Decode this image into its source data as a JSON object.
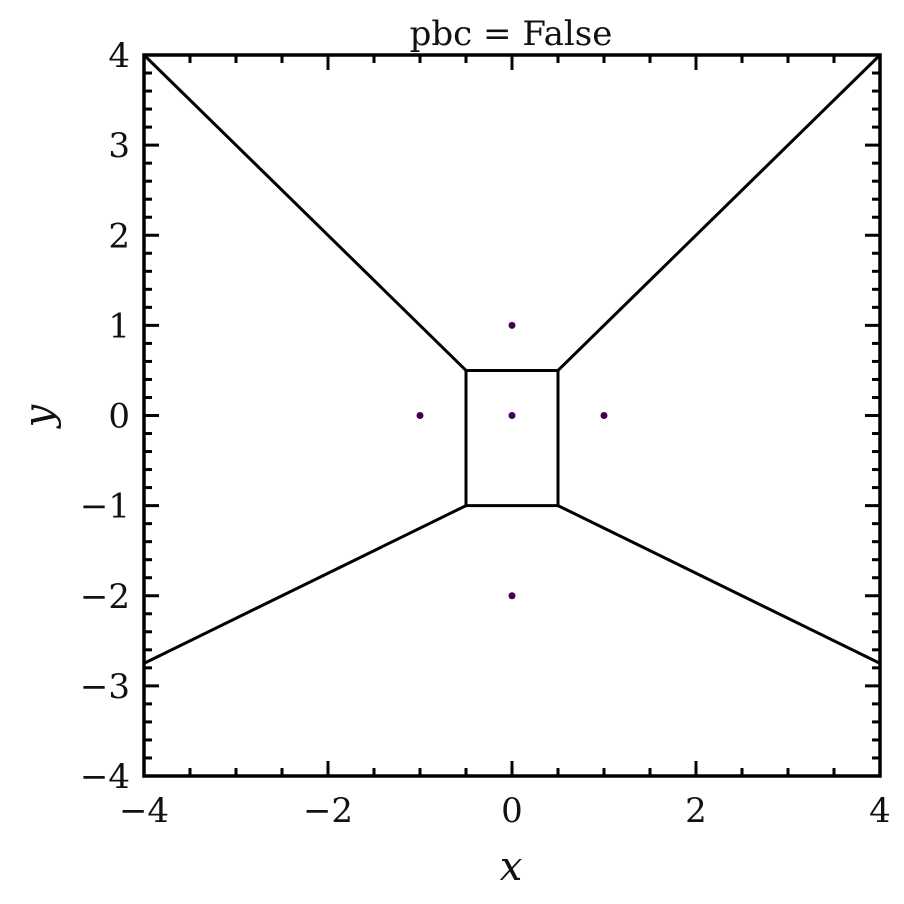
{
  "chart_data": {
    "type": "scatter",
    "title": "pbc = False",
    "xlabel": "x",
    "ylabel": "y",
    "xlim": [
      -4,
      4
    ],
    "ylim": [
      -4,
      4
    ],
    "grid": false,
    "x_ticks": [
      -4,
      -2,
      0,
      2,
      4
    ],
    "y_ticks": [
      -4,
      -3,
      -2,
      -1,
      0,
      1,
      2,
      3,
      4
    ],
    "x_tick_labels": [
      "−4",
      "−2",
      "0",
      "2",
      "4"
    ],
    "y_tick_labels": [
      "−4",
      "−3",
      "−2",
      "−1",
      "0",
      "1",
      "2",
      "3",
      "4"
    ],
    "point_color": "#440154",
    "line_color": "#000000",
    "points": [
      {
        "x": 0,
        "y": 1
      },
      {
        "x": -1,
        "y": 0
      },
      {
        "x": 0,
        "y": 0
      },
      {
        "x": 1,
        "y": 0
      },
      {
        "x": 0,
        "y": -2
      }
    ],
    "edges": [
      [
        [
          -0.5,
          0.5
        ],
        [
          0.5,
          0.5
        ]
      ],
      [
        [
          -0.5,
          -1
        ],
        [
          0.5,
          -1
        ]
      ],
      [
        [
          -0.5,
          0.5
        ],
        [
          -0.5,
          -1
        ]
      ],
      [
        [
          0.5,
          0.5
        ],
        [
          0.5,
          -1
        ]
      ],
      [
        [
          -0.5,
          0.5
        ],
        [
          -4,
          4
        ]
      ],
      [
        [
          0.5,
          0.5
        ],
        [
          4,
          4
        ]
      ],
      [
        [
          -0.5,
          -1
        ],
        [
          -4,
          -2.75
        ]
      ],
      [
        [
          0.5,
          -1
        ],
        [
          4,
          -2.75
        ]
      ]
    ]
  }
}
